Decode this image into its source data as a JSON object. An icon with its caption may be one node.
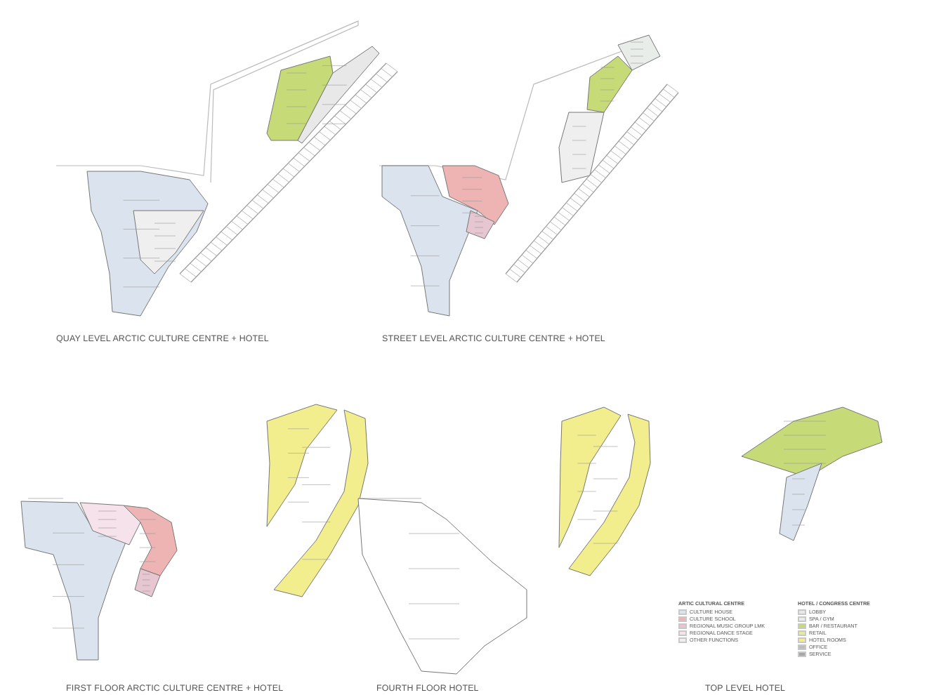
{
  "diagram": {
    "labels": [
      "QUAY LEVEL ARCTIC CULTURE CENTRE + HOTEL",
      "STREET LEVEL ARCTIC CULTURE CENTRE + HOTEL",
      "ARTIC CULTURAL CENTRE",
      "HOTEL / CONGRESS CENTRE",
      "FIRST FLOOR ARCTIC CULTURE CENTRE + HOTEL",
      "FOURTH FLOOR HOTEL",
      "TOP LEVEL HOTEL"
    ],
    "legend": [
      {
        "text": "CULTURE HOUSE",
        "color": "#dbe4ee"
      },
      {
        "text": "CULTURE SCHOOL",
        "color": "#eeb4b4"
      },
      {
        "text": "REGIONAL MUSIC GROUP LMK",
        "color": "#e6c6d0"
      },
      {
        "text": "REGIONAL DANCE STAGE",
        "color": "#f6e2ea"
      },
      {
        "text": "OTHER FUNCTIONS",
        "color": "#efefef"
      },
      {
        "text": "LOBBY",
        "color": "#e8e8e8"
      },
      {
        "text": "SPA / GYM",
        "color": "#e9ede9"
      },
      {
        "text": "BAR / RESTAURANT",
        "color": "#c6da78"
      },
      {
        "text": "RETAIL",
        "color": "#e2ec9c"
      },
      {
        "text": "HOTEL ROOMS",
        "color": "#f2ee8e"
      },
      {
        "text": "OFFICE",
        "color": "#bdbdbd"
      },
      {
        "text": "SERVICE",
        "color": "#a6a6a6"
      }
    ]
  }
}
